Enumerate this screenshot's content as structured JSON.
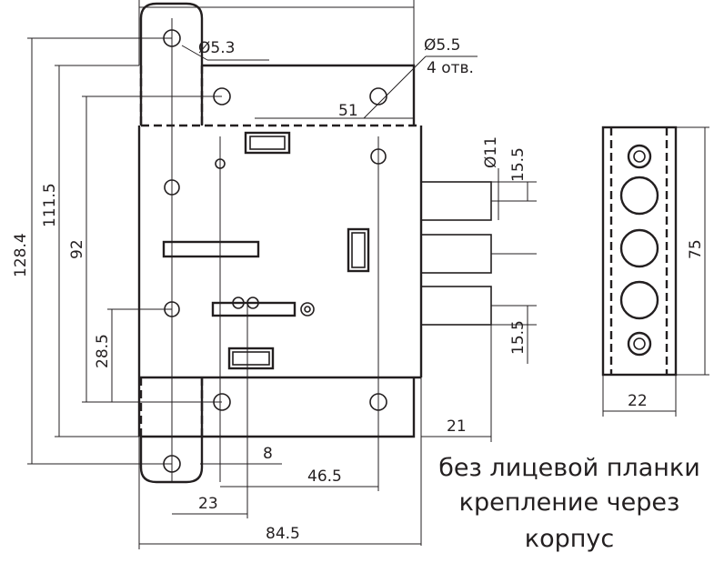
{
  "dimensions": {
    "hole_small": "Ø5.3",
    "hole_large": "Ø5.5",
    "hole_count": "4 отв.",
    "hole_spacing": "51",
    "bolt_diameter": "Ø11",
    "bolt_offset_top": "15.5",
    "bolt_offset_bottom": "15.5",
    "height_inner": "111.5",
    "height_total": "128.4",
    "hole_vertical": "92",
    "keyhole_height": "28.5",
    "faceplate_height": "75",
    "faceplate_width": "22",
    "bolt_projection": "21",
    "offset_8": "8",
    "backset": "46.5",
    "offset_23": "23",
    "body_width": "84.5"
  },
  "caption": {
    "line1": "без лицевой планки",
    "line2": "крепление через",
    "line3": "корпус"
  }
}
